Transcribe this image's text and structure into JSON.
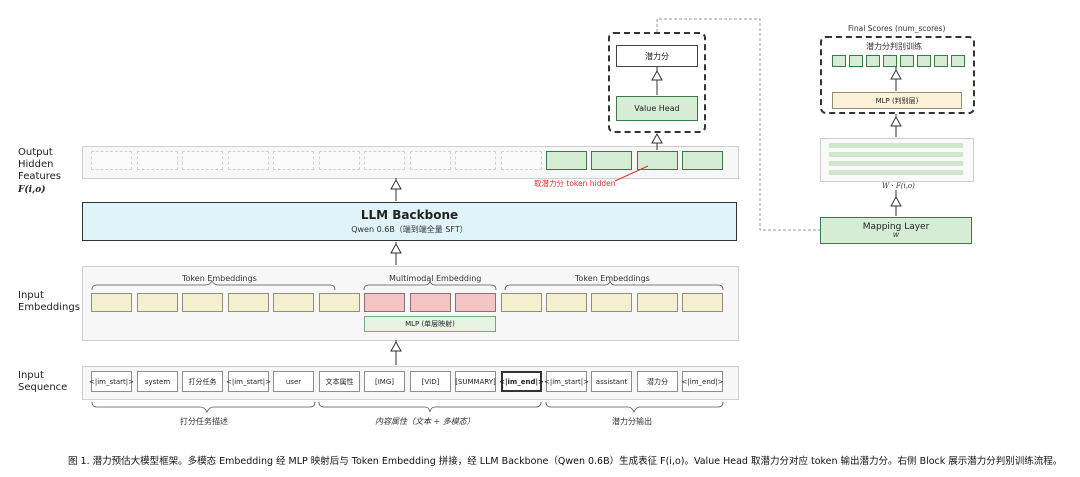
{
  "left_labels": {
    "output_hidden": "Output\nHidden\nFeatures",
    "f_io": "F(i,o)",
    "input_embeddings": "Input\nEmbeddings",
    "input_sequence": "Input\nSequence"
  },
  "llm": {
    "title": "LLM Backbone",
    "subtitle": "Qwen 0.6B（端到端全量 SFT）"
  },
  "embeddings": {
    "group_left": "Token Embeddings",
    "group_mid": "Multimodal Embedding",
    "group_right": "Token Embeddings",
    "mlp": "MLP (单层映射)"
  },
  "tokens": [
    "<|im_start|>",
    "system",
    "打分任务",
    "<|im_start|>",
    "user",
    "文本属性",
    "[IMG]",
    "[VID]",
    "[SUMMARY]",
    "<|im_end|>",
    "<|im_start|>",
    "assistant",
    "潜力分",
    "<|im_end|>"
  ],
  "braces": {
    "left": "打分任务描述",
    "mid": "内容属性（文本 + 多模态）",
    "right": "潜力分输出"
  },
  "hidden_note": "取潜力分 token hidden",
  "value_head": {
    "output": "潜力分",
    "head": "Value Head"
  },
  "right_block": {
    "title": "Final Scores (num_scores)",
    "judge_label": "潜力分判别训练",
    "mlp": "MLP (判别层)",
    "feature_label": "W · F(i,o)",
    "mapping": "Mapping Layer",
    "mapping_sub": "W"
  },
  "caption": "图 1. 潜力预估大模型框架。多模态 Embedding 经 MLP 映射后与 Token Embedding 拼接，经 LLM Backbone（Qwen 0.6B）生成表征 F(i,o)。Value Head 取潜力分对应 token 输出潜力分。右侧 Block 展示潜力分判别训练流程。",
  "colors": {
    "green": "#d6ecd4",
    "beige": "#f3efcf",
    "pink": "#f4c4c5",
    "llm_blue": "#dff3f8",
    "note_red": "#d9302c"
  }
}
